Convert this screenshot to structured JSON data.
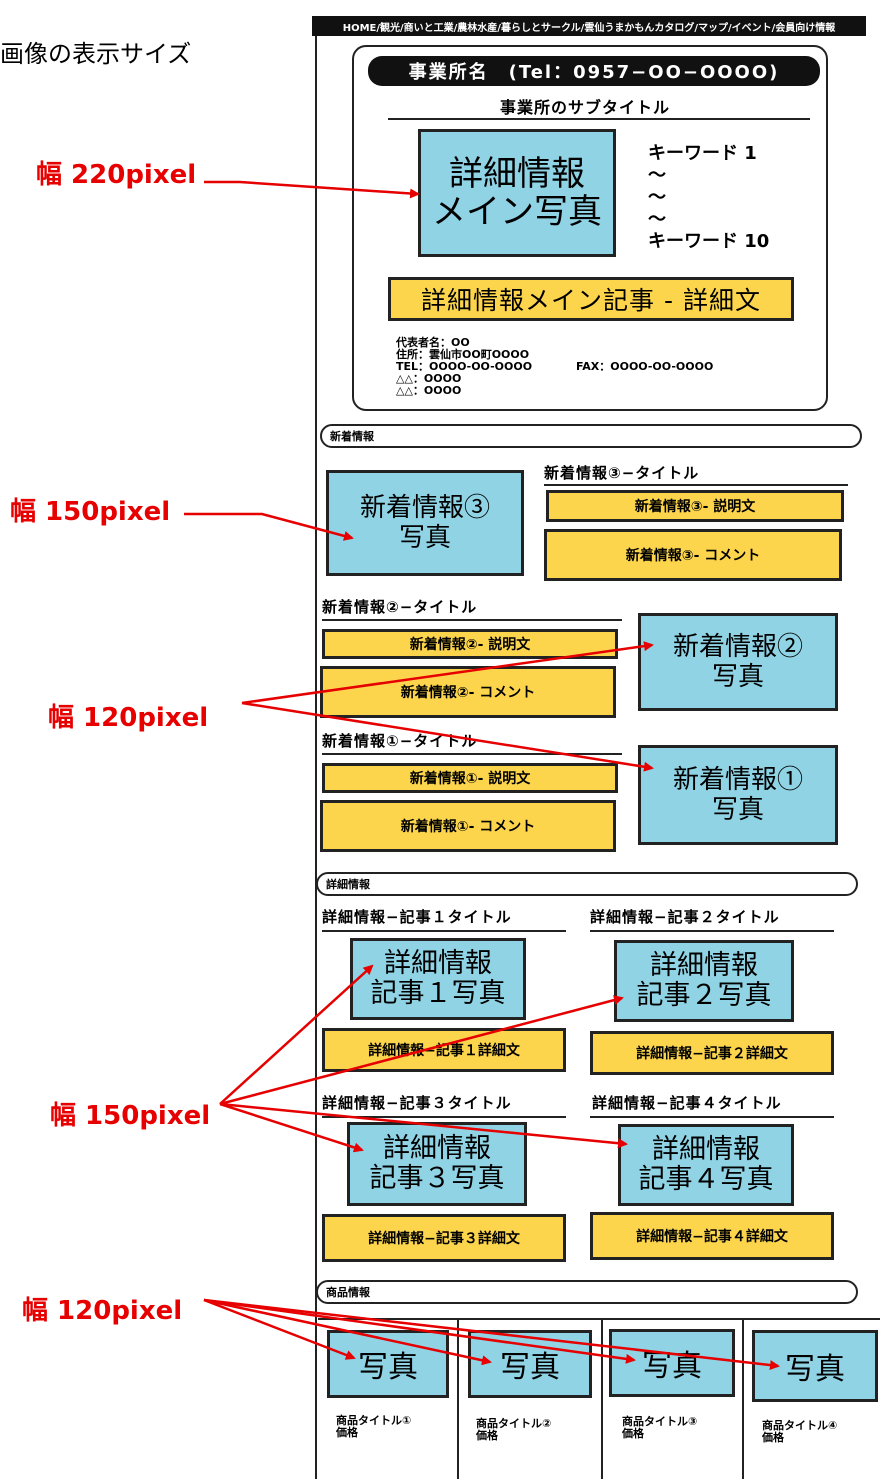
{
  "page_label": "画像の表示サイズ",
  "nav": "HOME/観光/商いと工業/農林水産/暮らしとサークル/雲仙うまかもんカタログ/マップ/イベント/会員向け情報",
  "header": {
    "office_bar": "事業所名　(Tel：0957−OO−OOOO)",
    "subtitle": "事業所のサブタイトル",
    "main_photo": "詳細情報\nメイン写真",
    "keyword1": "キーワード 1",
    "tilde": "〜",
    "keyword10": "キーワード 10",
    "main_article": "詳細情報メイン記事 - 詳細文",
    "info_rep": "代表者名：OO",
    "info_addr": "住所：雲仙市OO町OOOO",
    "info_tel": "TEL：OOOO-OO-OOOO",
    "info_fax": "FAX：OOOO-OO-OOOO",
    "info_extra": "△△：OOOO"
  },
  "sections": {
    "news": "新着情報",
    "detail": "詳細情報",
    "products": "商品情報"
  },
  "news": {
    "item3": {
      "title": "新着情報③−タイトル",
      "photo": "新着情報③\n写真",
      "desc": "新着情報③- 説明文",
      "comment": "新着情報③- コメント"
    },
    "item2": {
      "title": "新着情報②−タイトル",
      "photo": "新着情報②\n写真",
      "desc": "新着情報②- 説明文",
      "comment": "新着情報②- コメント"
    },
    "item1": {
      "title": "新着情報①−タイトル",
      "photo": "新着情報①\n写真",
      "desc": "新着情報①- 説明文",
      "comment": "新着情報①- コメント"
    }
  },
  "detail": {
    "a1": {
      "title": "詳細情報−記事１タイトル",
      "photo": "詳細情報\n記事１写真",
      "text": "詳細情報−記事１詳細文"
    },
    "a2": {
      "title": "詳細情報−記事２タイトル",
      "photo": "詳細情報\n記事２写真",
      "text": "詳細情報−記事２詳細文"
    },
    "a3": {
      "title": "詳細情報−記事３タイトル",
      "photo": "詳細情報\n記事３写真",
      "text": "詳細情報−記事３詳細文"
    },
    "a4": {
      "title": "詳細情報−記事４タイトル",
      "photo": "詳細情報\n記事４写真",
      "text": "詳細情報−記事４詳細文"
    }
  },
  "products": {
    "photo": "写真",
    "p1": "商品タイトル①",
    "p2": "商品タイトル②",
    "p3": "商品タイトル③",
    "p4": "商品タイトル④",
    "price": "価格"
  },
  "callouts": {
    "w220": "幅 220pixel",
    "w150a": "幅 150pixel",
    "w120a": "幅 120pixel",
    "w150b": "幅 150pixel",
    "w120b": "幅 120pixel"
  },
  "colors": {
    "photo": "#8fd3e5",
    "text_box": "#fcd54d",
    "callout": "#e60000"
  }
}
